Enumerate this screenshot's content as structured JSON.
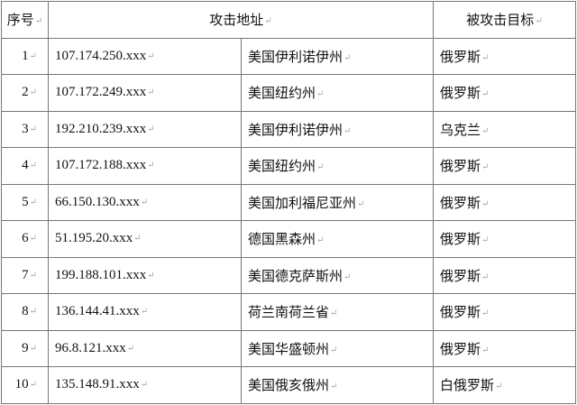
{
  "headers": {
    "index": "序号",
    "address": "攻击地址",
    "target": "被攻击目标"
  },
  "rows": [
    {
      "index": "1",
      "ip": "107.174.250.xxx",
      "location": "美国伊利诺伊州",
      "target": "俄罗斯"
    },
    {
      "index": "2",
      "ip": "107.172.249.xxx",
      "location": "美国纽约州",
      "target": "俄罗斯"
    },
    {
      "index": "3",
      "ip": "192.210.239.xxx",
      "location": "美国伊利诺伊州",
      "target": "乌克兰"
    },
    {
      "index": "4",
      "ip": "107.172.188.xxx",
      "location": "美国纽约州",
      "target": "俄罗斯"
    },
    {
      "index": "5",
      "ip": "66.150.130.xxx",
      "location": "美国加利福尼亚州",
      "target": "俄罗斯"
    },
    {
      "index": "6",
      "ip": "51.195.20.xxx",
      "location": "德国黑森州",
      "target": "俄罗斯"
    },
    {
      "index": "7",
      "ip": "199.188.101.xxx",
      "location": "美国德克萨斯州",
      "target": "俄罗斯"
    },
    {
      "index": "8",
      "ip": "136.144.41.xxx",
      "location": "荷兰南荷兰省",
      "target": "俄罗斯"
    },
    {
      "index": "9",
      "ip": "96.8.121.xxx",
      "location": "美国华盛顿州",
      "target": "俄罗斯"
    },
    {
      "index": "10",
      "ip": "135.148.91.xxx",
      "location": "美国俄亥俄州",
      "target": "白俄罗斯"
    }
  ]
}
